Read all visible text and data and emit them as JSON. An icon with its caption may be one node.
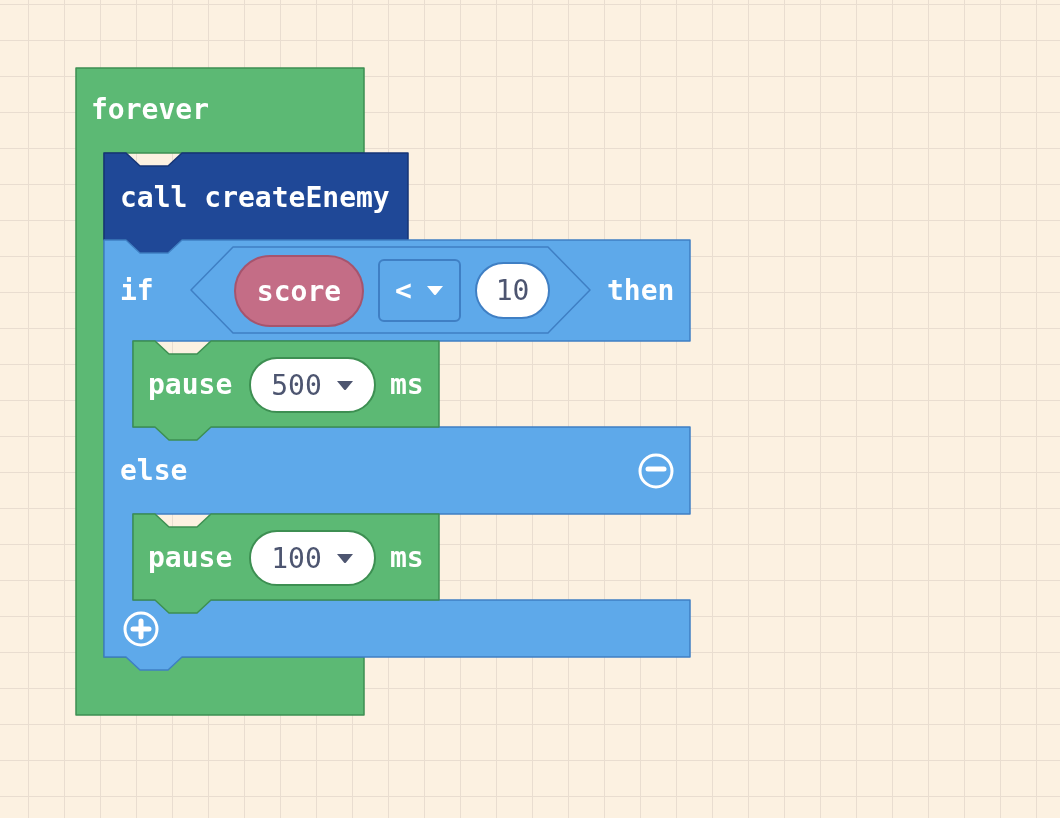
{
  "diagram": {
    "nodes": [
      {
        "text": [
          "forever"
        ]
      },
      {
        "text": [
          "call createEnemy"
        ]
      },
      {
        "text": [
          "if",
          "then",
          "else"
        ]
      },
      {
        "text": [],
        "shape": "hexagon",
        "in": 2
      },
      {
        "text": [
          "score"
        ],
        "in": 3
      },
      {
        "text": [
          "<"
        ],
        "in": 3
      },
      {
        "text": [
          "10"
        ],
        "in": 3
      },
      {
        "text": [
          "pause",
          "ms"
        ],
        "in": 2
      },
      {
        "text": [
          "500"
        ],
        "in": 7
      },
      {
        "text": [
          "pause",
          "ms"
        ],
        "in": 2
      },
      {
        "text": [
          "100"
        ],
        "in": 9
      }
    ]
  }
}
